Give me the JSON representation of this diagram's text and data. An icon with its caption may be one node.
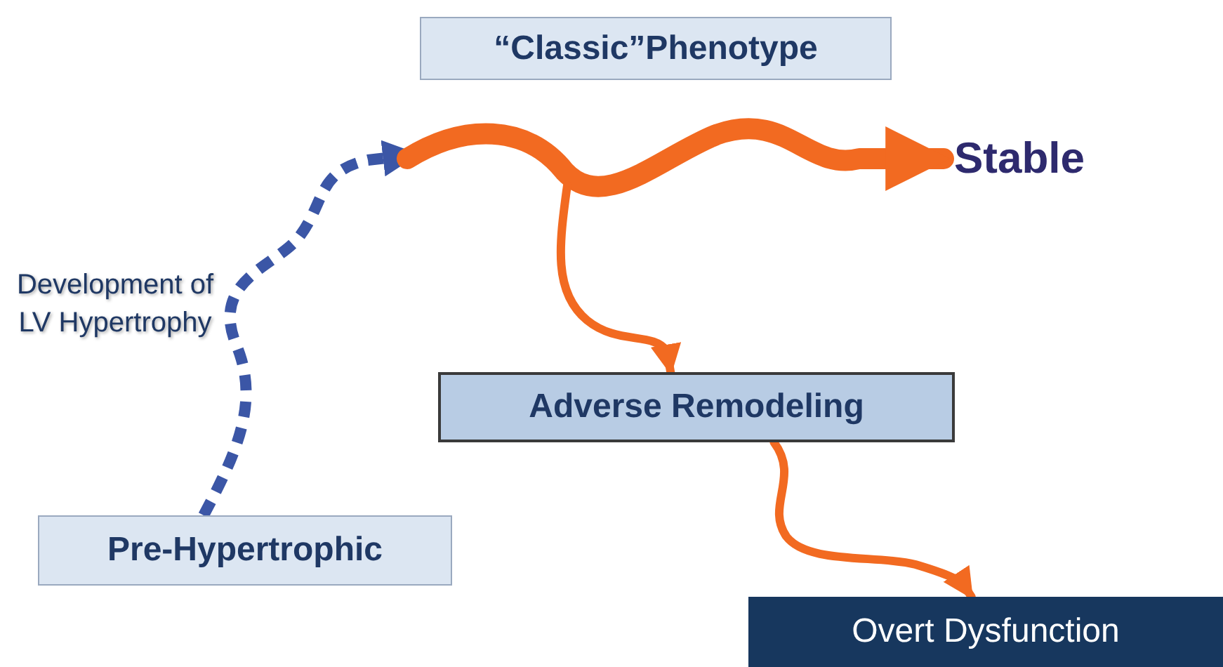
{
  "diagram": {
    "nodes": [
      {
        "text": [
          "“Classic”Phenotype"
        ]
      },
      {
        "text": [
          "Stable"
        ]
      },
      {
        "text": [
          "Adverse Remodeling"
        ]
      },
      {
        "text": [
          "Pre-Hypertrophic"
        ]
      },
      {
        "text": [
          "Overt Dysfunction"
        ]
      }
    ],
    "edges": [
      {
        "from": 3,
        "to": null,
        "arrow": "to",
        "style": "dashed",
        "color": "#3b56a6"
      },
      {
        "from": null,
        "to": 1,
        "arrow": "to",
        "style": "thick"
      },
      {
        "from": null,
        "to": 2,
        "arrow": "to"
      },
      {
        "from": 2,
        "to": 4,
        "arrow": "to"
      }
    ],
    "labels": [
      "Development of LV Hypertrophy"
    ]
  }
}
